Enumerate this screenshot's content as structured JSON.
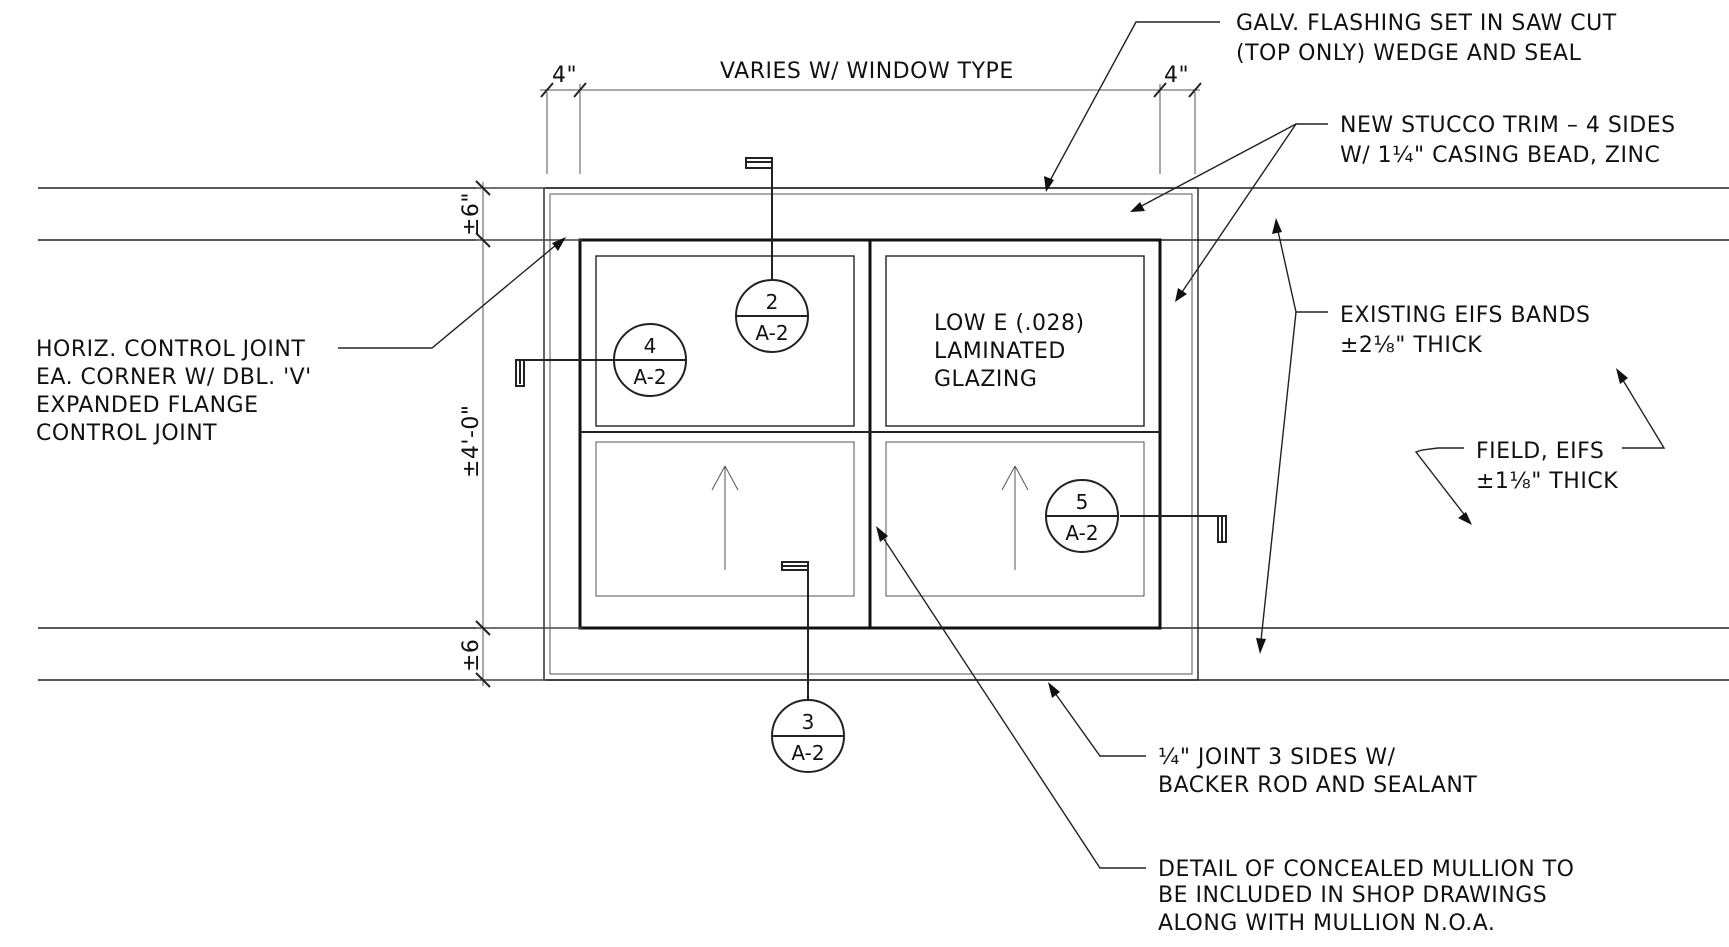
{
  "dimensions": {
    "left_4": "4\"",
    "right_4": "4\"",
    "varies": "VARIES W/ WINDOW TYPE",
    "top_6": "±6\"",
    "height": "±4'-0\"",
    "bottom_6": "±6"
  },
  "notes": {
    "flashing": [
      "GALV. FLASHING SET IN SAW CUT",
      "(TOP ONLY) WEDGE AND SEAL"
    ],
    "stucco": [
      "NEW STUCCO TRIM – 4 SIDES",
      "W/ 1¼\" CASING BEAD, ZINC"
    ],
    "eifs_bands": [
      "EXISTING EIFS BANDS",
      "±2⅛\" THICK"
    ],
    "field_eifs": [
      "FIELD, EIFS",
      "±1⅛\" THICK"
    ],
    "control_joint": [
      "HORIZ. CONTROL JOINT",
      "EA. CORNER W/ DBL. 'V'",
      "EXPANDED FLANGE",
      "CONTROL JOINT"
    ],
    "glazing": [
      "LOW E (.028)",
      "LAMINATED",
      "GLAZING"
    ],
    "joint": [
      "¼\" JOINT 3 SIDES W/",
      "BACKER ROD AND SEALANT"
    ],
    "mullion": [
      "DETAIL OF CONCEALED MULLION TO",
      "BE INCLUDED IN SHOP DRAWINGS",
      "ALONG WITH MULLION N.O.A."
    ]
  },
  "section_tags": [
    {
      "number": "2",
      "sheet": "A-2"
    },
    {
      "number": "4",
      "sheet": "A-2"
    },
    {
      "number": "5",
      "sheet": "A-2"
    },
    {
      "number": "3",
      "sheet": "A-2"
    }
  ]
}
